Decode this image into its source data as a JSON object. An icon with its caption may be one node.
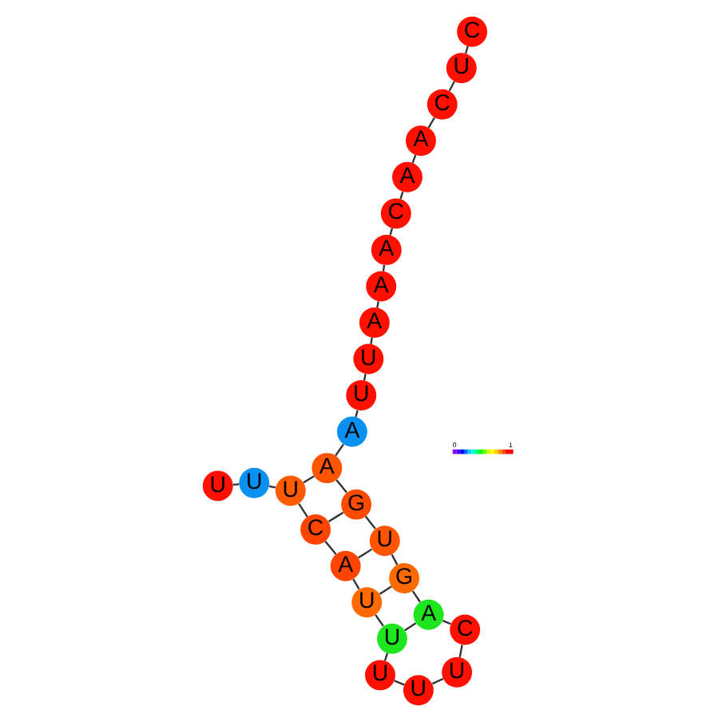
{
  "diagram": {
    "nodes": [
      {
        "text": [
          "U"
        ]
      },
      {
        "text": [
          "U"
        ]
      },
      {
        "text": [
          "U"
        ]
      },
      {
        "text": [
          "C"
        ]
      },
      {
        "text": [
          "A"
        ]
      },
      {
        "text": [
          "U"
        ]
      },
      {
        "text": [
          "U"
        ]
      },
      {
        "text": [
          "U"
        ]
      },
      {
        "text": [
          "U"
        ]
      },
      {
        "text": [
          "U"
        ]
      },
      {
        "text": [
          "C"
        ]
      },
      {
        "text": [
          "A"
        ]
      },
      {
        "text": [
          "G"
        ]
      },
      {
        "text": [
          "U"
        ]
      },
      {
        "text": [
          "G"
        ]
      },
      {
        "text": [
          "A"
        ]
      },
      {
        "text": [
          "A"
        ]
      },
      {
        "text": [
          "U"
        ]
      },
      {
        "text": [
          "U"
        ]
      },
      {
        "text": [
          "A"
        ]
      },
      {
        "text": [
          "A"
        ]
      },
      {
        "text": [
          "A"
        ]
      },
      {
        "text": [
          "C"
        ]
      },
      {
        "text": [
          "A"
        ]
      },
      {
        "text": [
          "A"
        ]
      },
      {
        "text": [
          "C"
        ]
      },
      {
        "text": [
          "U"
        ]
      },
      {
        "text": [
          "C"
        ]
      }
    ],
    "edges": [
      {
        "from": 0,
        "to": 1,
        "arrow": "none"
      },
      {
        "from": 1,
        "to": 2,
        "arrow": "none"
      },
      {
        "from": 2,
        "to": 3,
        "arrow": "none"
      },
      {
        "from": 3,
        "to": 4,
        "arrow": "none"
      },
      {
        "from": 4,
        "to": 5,
        "arrow": "none"
      },
      {
        "from": 5,
        "to": 6,
        "arrow": "none"
      },
      {
        "from": 6,
        "to": 7,
        "arrow": "none"
      },
      {
        "from": 7,
        "to": 8,
        "arrow": "none"
      },
      {
        "from": 8,
        "to": 9,
        "arrow": "none"
      },
      {
        "from": 9,
        "to": 10,
        "arrow": "none"
      },
      {
        "from": 10,
        "to": 11,
        "arrow": "none"
      },
      {
        "from": 11,
        "to": 12,
        "arrow": "none"
      },
      {
        "from": 12,
        "to": 13,
        "arrow": "none"
      },
      {
        "from": 13,
        "to": 14,
        "arrow": "none"
      },
      {
        "from": 14,
        "to": 15,
        "arrow": "none"
      },
      {
        "from": 15,
        "to": 16,
        "arrow": "none"
      },
      {
        "from": 16,
        "to": 17,
        "arrow": "none"
      },
      {
        "from": 17,
        "to": 18,
        "arrow": "none"
      },
      {
        "from": 18,
        "to": 19,
        "arrow": "none"
      },
      {
        "from": 19,
        "to": 20,
        "arrow": "none"
      },
      {
        "from": 20,
        "to": 21,
        "arrow": "none"
      },
      {
        "from": 21,
        "to": 22,
        "arrow": "none"
      },
      {
        "from": 22,
        "to": 23,
        "arrow": "none"
      },
      {
        "from": 23,
        "to": 24,
        "arrow": "none"
      },
      {
        "from": 24,
        "to": 25,
        "arrow": "none"
      },
      {
        "from": 25,
        "to": 26,
        "arrow": "none"
      },
      {
        "from": 26,
        "to": 27,
        "arrow": "none"
      },
      {
        "from": 2,
        "to": 15,
        "arrow": "none"
      },
      {
        "from": 3,
        "to": 14,
        "arrow": "none"
      },
      {
        "from": 4,
        "to": 13,
        "arrow": "none"
      },
      {
        "from": 5,
        "to": 12,
        "arrow": "none"
      },
      {
        "from": 6,
        "to": 11,
        "arrow": "none"
      }
    ],
    "labels": [
      "0",
      "1"
    ]
  }
}
